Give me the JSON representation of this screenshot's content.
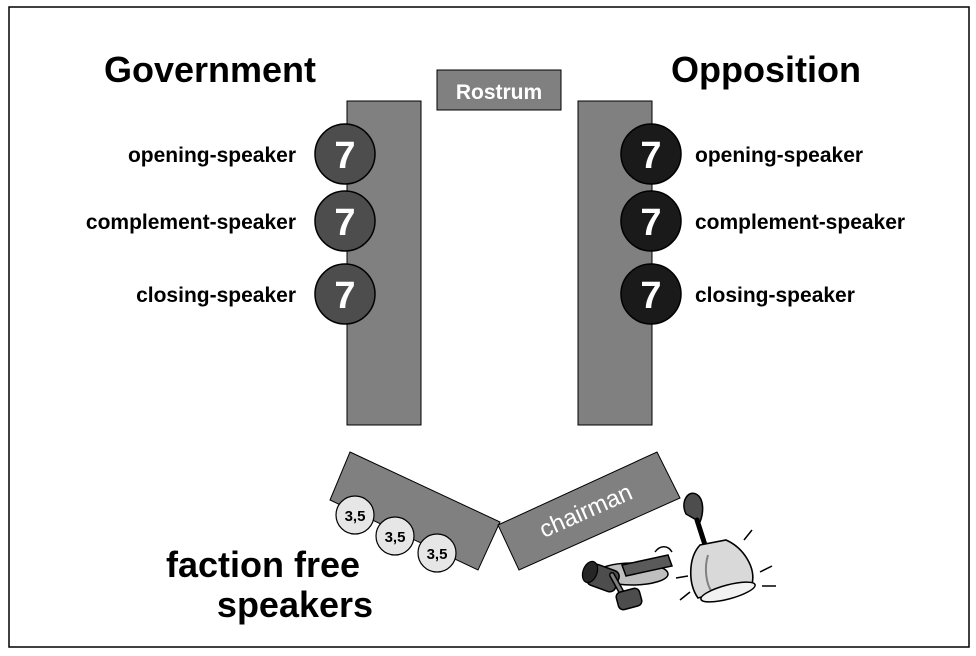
{
  "headings": {
    "government": "Government",
    "opposition": "Opposition"
  },
  "rostrum": "Rostrum",
  "chairman": "chairman",
  "government_speakers": [
    {
      "role": "opening-speaker",
      "minutes": "7"
    },
    {
      "role": "complement-speaker",
      "minutes": "7"
    },
    {
      "role": "closing-speaker",
      "minutes": "7"
    }
  ],
  "opposition_speakers": [
    {
      "role": "opening-speaker",
      "minutes": "7"
    },
    {
      "role": "complement-speaker",
      "minutes": "7"
    },
    {
      "role": "closing-speaker",
      "minutes": "7"
    }
  ],
  "free_speakers": {
    "label_line1": "faction free",
    "label_line2": "speakers",
    "slots": [
      "3,5",
      "3,5",
      "3,5"
    ]
  },
  "colors": {
    "table": "#808080",
    "government_circle": "#4d4d4d",
    "opposition_circle": "#1a1a1a",
    "free_circle": "#e6e6e6"
  },
  "icons": [
    "gavel-icon",
    "bell-icon"
  ]
}
